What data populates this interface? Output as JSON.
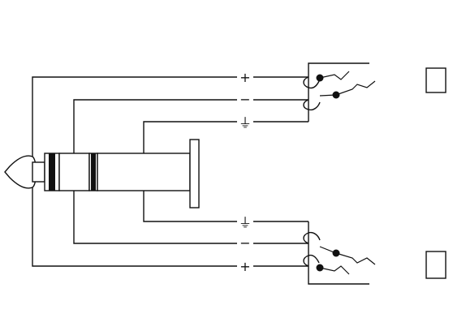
{
  "diagram": {
    "connectors": [
      {
        "name": "trs-plug",
        "type": "stereo-plug"
      },
      {
        "name": "jack-top",
        "type": "jack-socket"
      },
      {
        "name": "jack-bottom",
        "type": "jack-socket"
      }
    ],
    "signal_labels": {
      "top_positive": "+",
      "top_negative": "−",
      "top_ground": "⏚",
      "bottom_ground": "⏚",
      "bottom_negative": "−",
      "bottom_positive": "+"
    },
    "colors": {
      "line": "#111111",
      "background": "#ffffff"
    }
  }
}
